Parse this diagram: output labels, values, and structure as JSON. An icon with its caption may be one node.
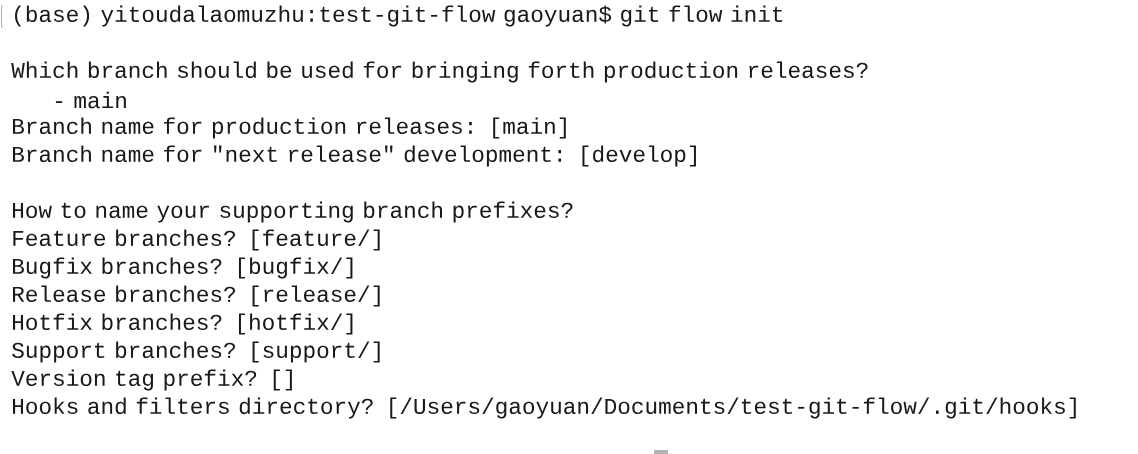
{
  "diagram": {
    "labels": [
      "(base) yitoudalaomuzhu:test-git-flow gaoyuan$ git flow init",
      "Which branch should be used for bringing forth production releases?",
      "- main",
      "Branch name for production releases: [main]",
      "Branch name for \"next release\" development: [develop]",
      "How to name your supporting branch prefixes?",
      "Feature branches? [feature/]",
      "Bugfix branches? [bugfix/]",
      "Release branches? [release/]",
      "Hotfix branches? [hotfix/]",
      "Support branches? [support/]",
      "Version tag prefix? []",
      "Hooks and filters directory? [/Users/gaoyuan/Documents/test-git-flow/.git/hooks]"
    ]
  }
}
